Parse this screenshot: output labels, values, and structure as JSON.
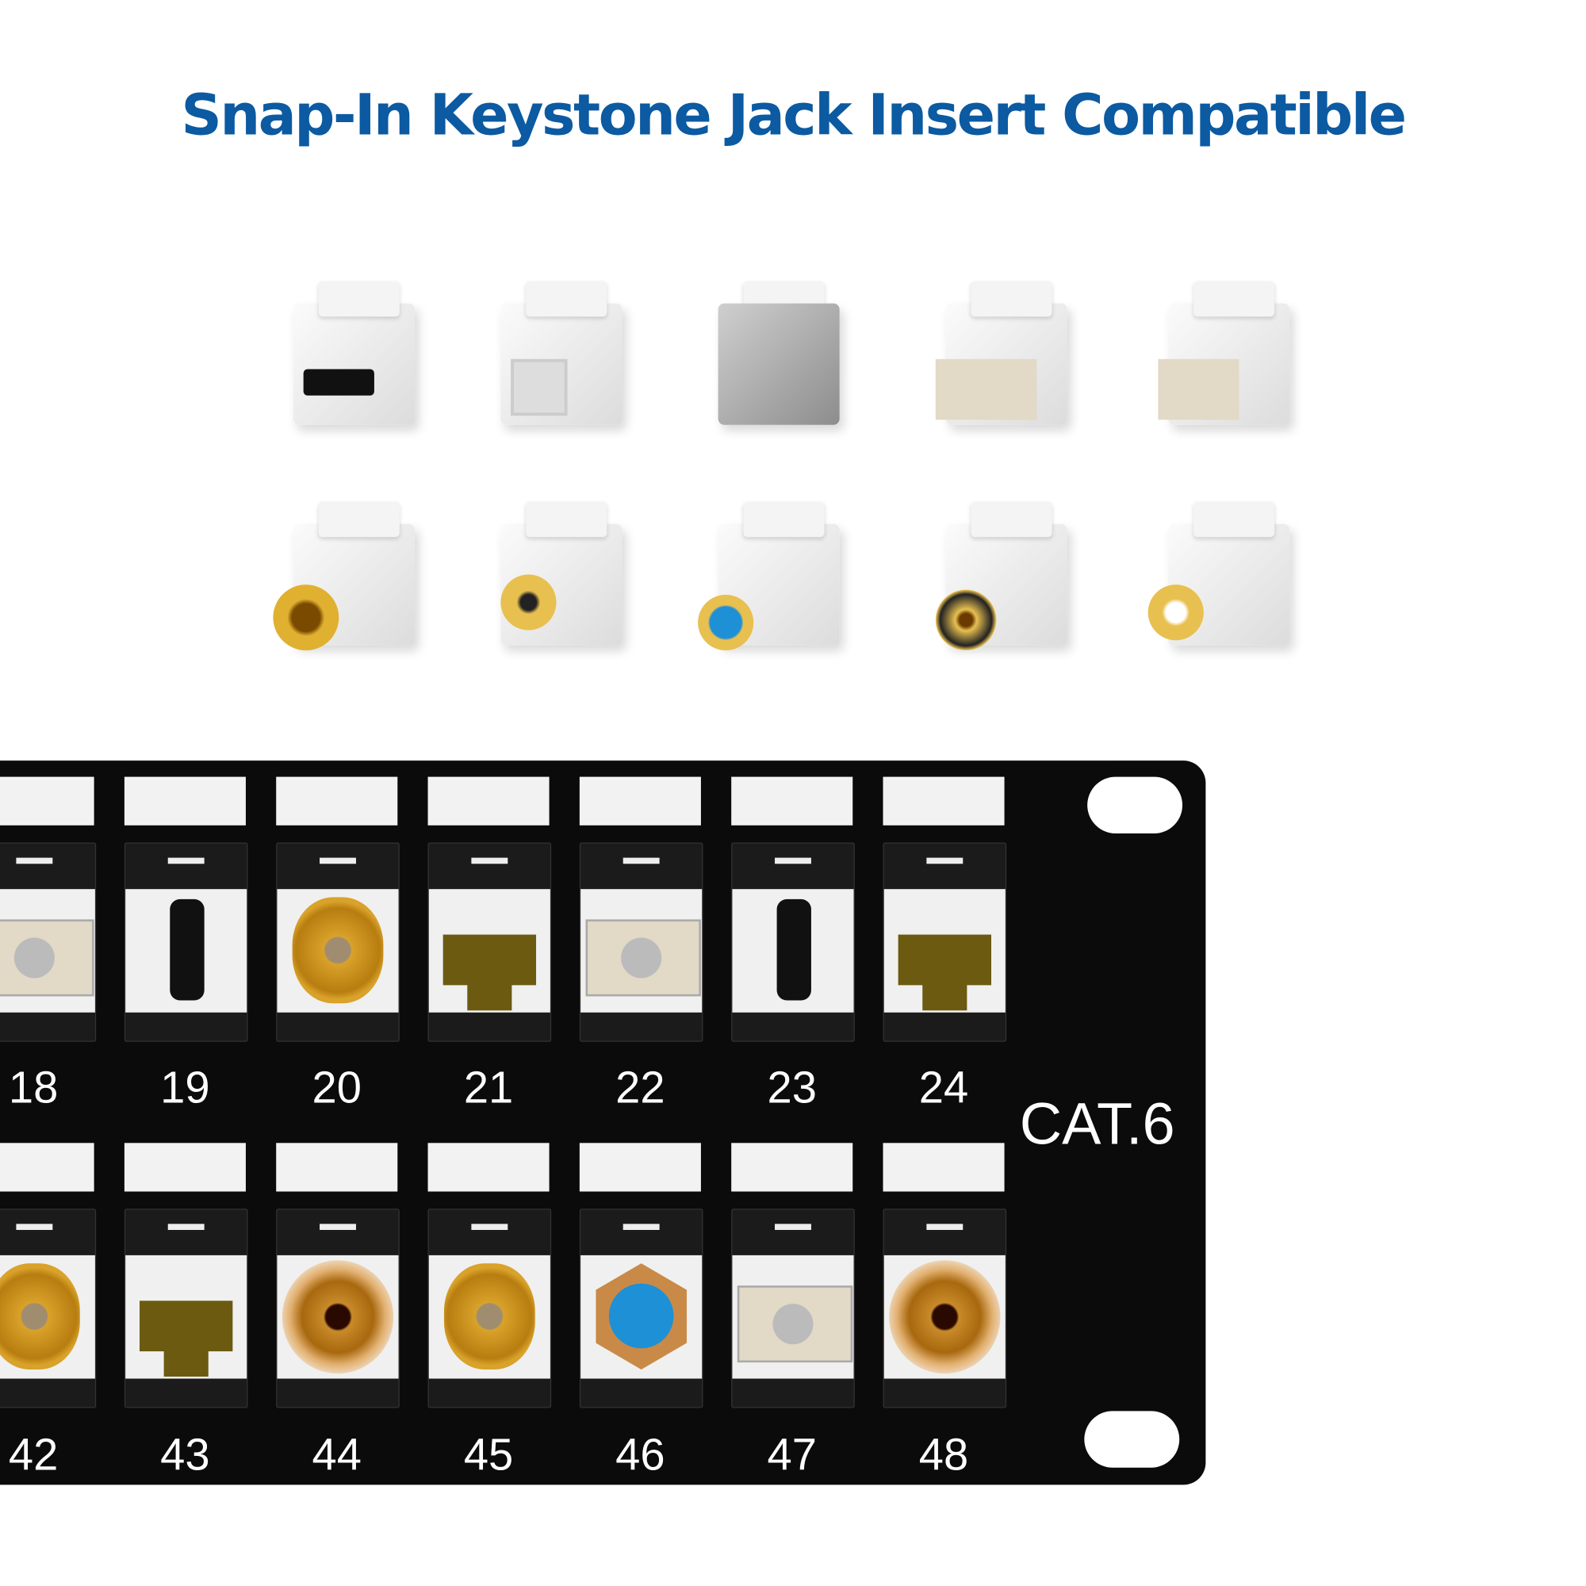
{
  "title": "Snap-In Keystone Jack Insert Compatible",
  "products": [
    {
      "type": "hdmi-keystone"
    },
    {
      "type": "cat6-keystone"
    },
    {
      "type": "cat6a-shielded-keystone"
    },
    {
      "type": "lc-duplex-fiber-keystone"
    },
    {
      "type": "sc-fiber-keystone"
    },
    {
      "type": "bnc-keystone"
    },
    {
      "type": "rca-keystone"
    },
    {
      "type": "f-type-coax-keystone"
    },
    {
      "type": "binding-post-keystone"
    },
    {
      "type": "rca-white-keystone"
    }
  ],
  "panel": {
    "label": "CAT.6",
    "top_row": [
      {
        "number": "18",
        "type": "sc"
      },
      {
        "number": "19",
        "type": "hdmi"
      },
      {
        "number": "20",
        "type": "binding"
      },
      {
        "number": "21",
        "type": "cat6"
      },
      {
        "number": "22",
        "type": "sc"
      },
      {
        "number": "23",
        "type": "hdmi"
      },
      {
        "number": "24",
        "type": "cat6"
      }
    ],
    "bottom_row": [
      {
        "number": "42",
        "type": "binding"
      },
      {
        "number": "43",
        "type": "cat6"
      },
      {
        "number": "44",
        "type": "rca"
      },
      {
        "number": "45",
        "type": "binding"
      },
      {
        "number": "46",
        "type": "ftype"
      },
      {
        "number": "47",
        "type": "sc"
      },
      {
        "number": "48",
        "type": "rca"
      }
    ]
  },
  "colors": {
    "title": "#0b5aa2",
    "panel": "#0b0b0b",
    "gold": "#d9a22a",
    "coax_blue": "#1e90d6",
    "fiber_beige": "#e2d9c6"
  }
}
